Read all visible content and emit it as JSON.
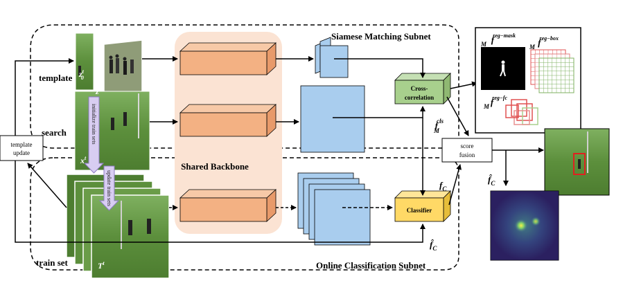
{
  "subnets": {
    "siamese": "Siamese Matching Subnet",
    "online": "Online Classification Subnet"
  },
  "inputs": {
    "template": "template",
    "search": "search",
    "train_set": "train set"
  },
  "symbols": {
    "z0": "z",
    "z0_sup": "t",
    "z0_sub": "0",
    "zt": "z",
    "zt_sup": "t",
    "xt": "x",
    "xt_sup": "t",
    "Tt": "T",
    "Tt_sup": "t"
  },
  "arrows_text": {
    "initialize": "initialize train sets",
    "update": "update train sets"
  },
  "boxes": {
    "template_update": [
      "template",
      "update"
    ],
    "cross_correlation": [
      "Cross-",
      "correlation"
    ],
    "classifier": "Classifier",
    "score_fusion": [
      "score",
      "fusion"
    ],
    "backbone": "Shared Backbone"
  },
  "labels": {
    "f_reg_mask": {
      "base": "f",
      "sup": "reg−mask",
      "sub": "M"
    },
    "f_reg_box": {
      "base": "f",
      "sup": "reg−box",
      "sub": "M"
    },
    "f_reg_fc": {
      "base": "f",
      "sup": "reg−fc",
      "sub": "M"
    },
    "f_cls": {
      "base": "f",
      "sup": "cls",
      "sub": "M"
    },
    "f_c": {
      "base": "f",
      "sub": "C"
    },
    "f_c_hat": {
      "base": "f̂",
      "sub": "C"
    },
    "f_c_hat2": {
      "base": "f̂",
      "sub": "C"
    }
  },
  "colors": {
    "backbone_bg": "#fbe3d3",
    "orange_block": "#f3b183",
    "blue_feature": "#a9cdee",
    "green_box": "#a8d08d",
    "yellow_box": "#ffd966",
    "grass": "#5c8f3c",
    "heatmap_bg": "#2b2060"
  }
}
